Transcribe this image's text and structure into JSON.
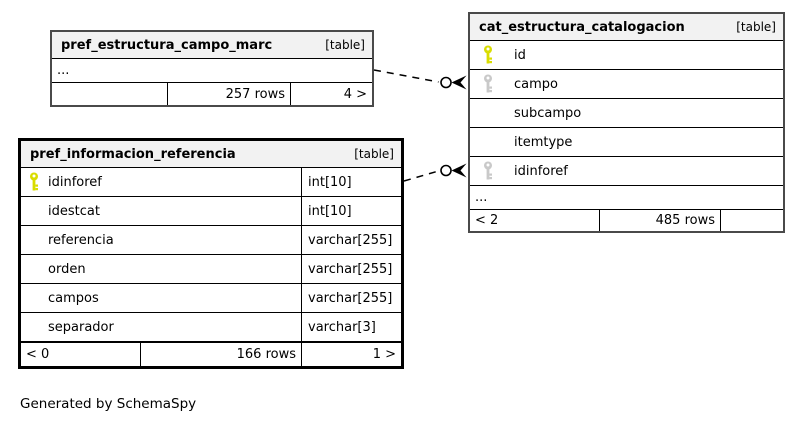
{
  "note": "Generated by SchemaSpy",
  "colors": {
    "header_bg": "#f2f2f2",
    "table_border": "#4a4a4a",
    "focus_table_border": "#000000",
    "primary_key": "#d9dd00",
    "foreign_key": "#c9c9c9",
    "edge": "#000000"
  },
  "tables": {
    "marc": {
      "name": "pref_estructura_campo_marc",
      "badge": "[table]",
      "ellipsis": "...",
      "footer": {
        "left": "",
        "rows": "257 rows",
        "right": "4 >"
      }
    },
    "referencia": {
      "name": "pref_informacion_referencia",
      "badge": "[table]",
      "columns": [
        {
          "name": "idinforef",
          "type": "int[10]",
          "key": "primary"
        },
        {
          "name": "idestcat",
          "type": "int[10]",
          "key": ""
        },
        {
          "name": "referencia",
          "type": "varchar[255]",
          "key": ""
        },
        {
          "name": "orden",
          "type": "varchar[255]",
          "key": ""
        },
        {
          "name": "campos",
          "type": "varchar[255]",
          "key": ""
        },
        {
          "name": "separador",
          "type": "varchar[3]",
          "key": ""
        }
      ],
      "footer": {
        "left": "< 0",
        "rows": "166 rows",
        "right": "1 >"
      }
    },
    "catalogacion": {
      "name": "cat_estructura_catalogacion",
      "badge": "[table]",
      "columns": [
        {
          "name": "id",
          "key": "primary"
        },
        {
          "name": "campo",
          "key": "foreign"
        },
        {
          "name": "subcampo",
          "key": ""
        },
        {
          "name": "itemtype",
          "key": ""
        },
        {
          "name": "idinforef",
          "key": "foreign"
        }
      ],
      "ellipsis": "...",
      "footer": {
        "left": "< 2",
        "rows": "485 rows",
        "right": ""
      }
    }
  }
}
